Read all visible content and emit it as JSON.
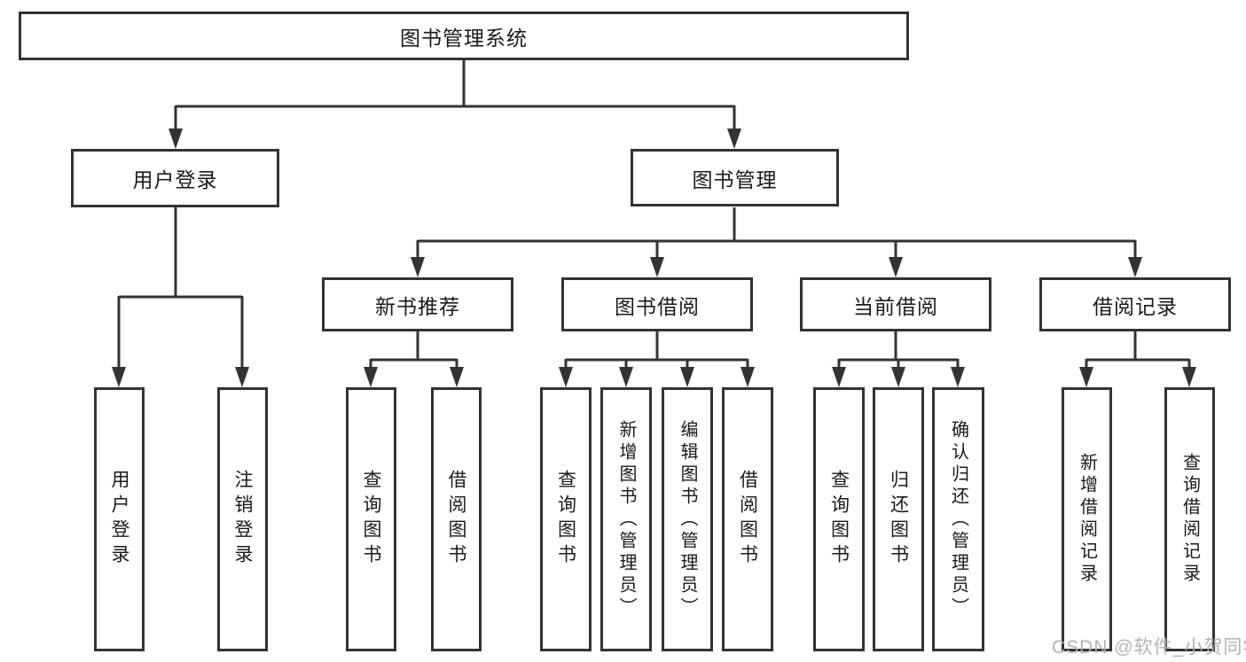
{
  "title": "图书管理系统",
  "level2": {
    "user_login": "用户登录",
    "book_management": "图书管理"
  },
  "level3": {
    "new_book_recommend": "新书推荐",
    "book_borrow": "图书借阅",
    "current_borrow": "当前借阅",
    "borrow_records": "借阅记录"
  },
  "leaves": {
    "login": [
      "用户登录",
      "注销登录"
    ],
    "recommend": [
      "查询图书",
      "借阅图书"
    ],
    "borrow": [
      "查询图书",
      "新增图书（管理员）",
      "编辑图书（管理员）",
      "借阅图书"
    ],
    "current": [
      "查询图书",
      "归还图书",
      "确认归还（管理员）"
    ],
    "records": [
      "新增借阅记录",
      "查询借阅记录"
    ]
  },
  "watermark": "CSDN @软件_小贺同学",
  "colors": {
    "line": "#333333",
    "box_border": "#333333",
    "text": "#1a1a1a",
    "watermark": "#afafaf",
    "background": "#ffffff"
  }
}
